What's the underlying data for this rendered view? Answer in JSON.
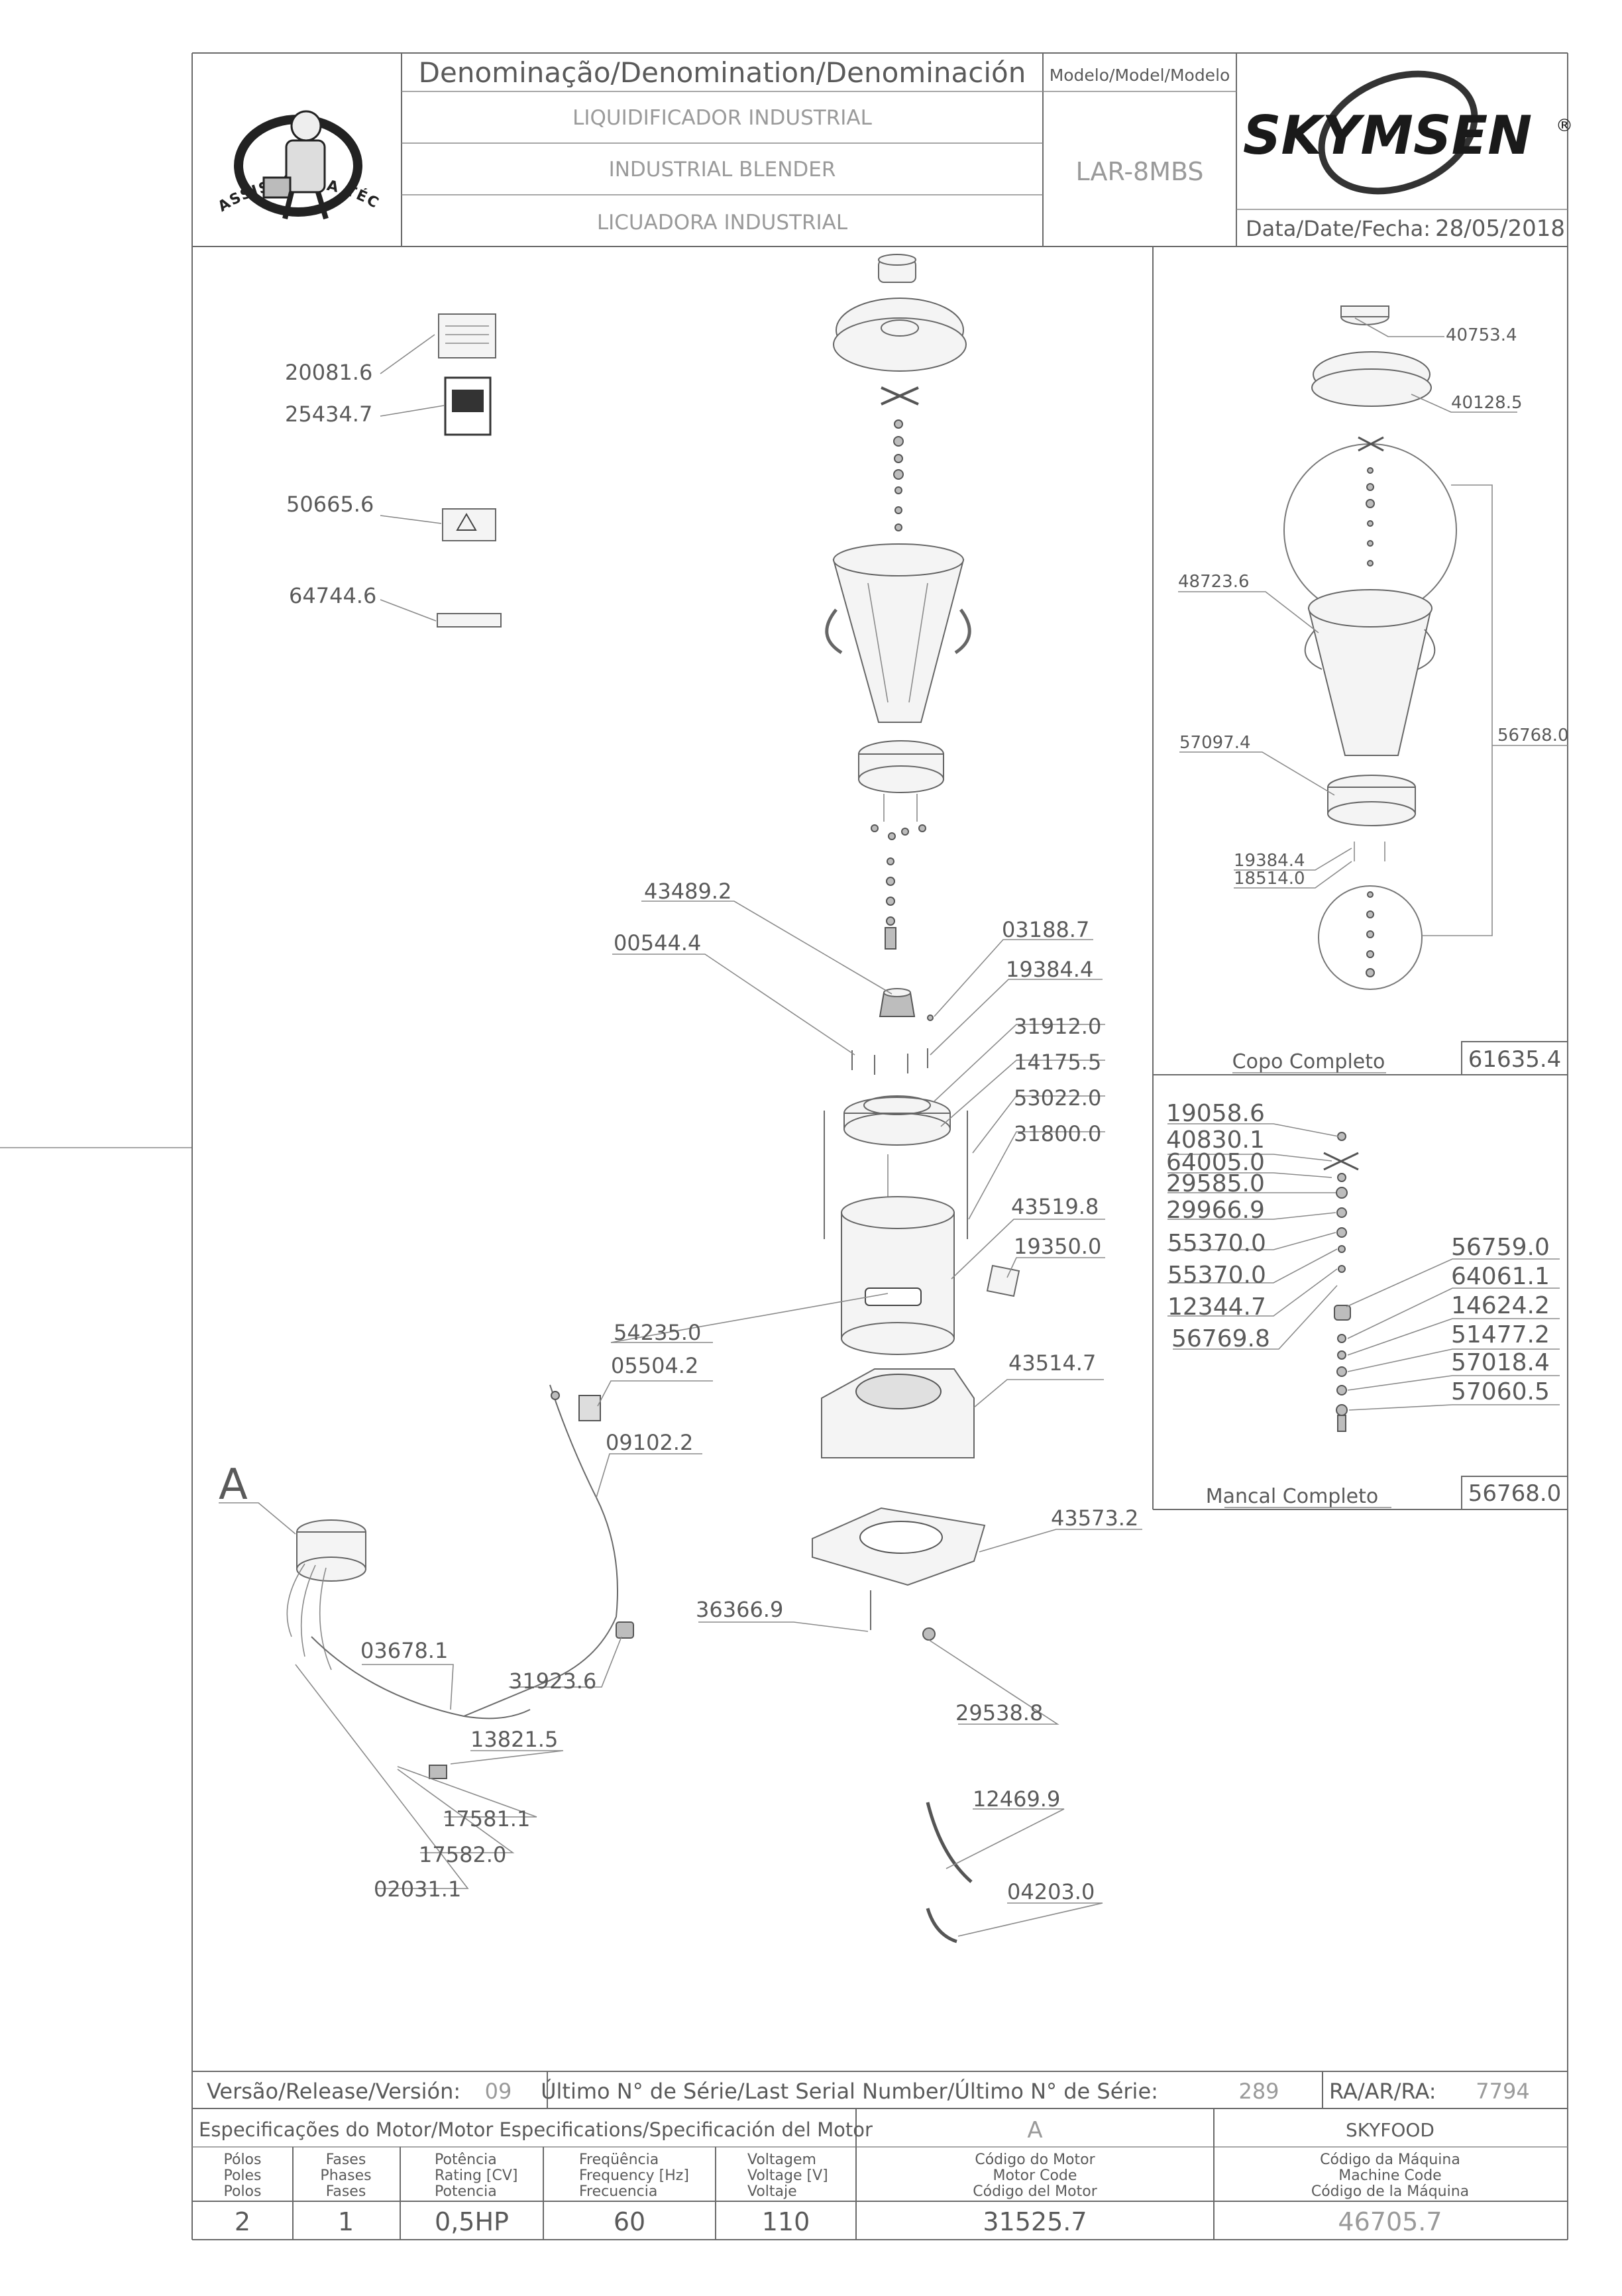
{
  "header": {
    "denomination_label": "Denominação/Denomination/Denominación",
    "name_pt": "LIQUIDIFICADOR INDUSTRIAL",
    "name_en": "INDUSTRIAL BLENDER",
    "name_es": "LICUADORA INDUSTRIAL",
    "model_label": "Modelo/Model/Modelo",
    "model_value": "LAR-8MBS",
    "date_label": "Data/Date/Fecha:",
    "date_value": "28/05/2018",
    "brand": "SKYMSEN",
    "registered": "®",
    "stamp_text": "ASSISTÊNCIA TÉCNICA AUTORIZADA"
  },
  "labels_main": [
    {
      "id": "20081.6"
    },
    {
      "id": "25434.7"
    },
    {
      "id": "50665.6"
    },
    {
      "id": "64744.6"
    },
    {
      "id": "43489.2"
    },
    {
      "id": "00544.4"
    },
    {
      "id": "03188.7"
    },
    {
      "id": "19384.4"
    },
    {
      "id": "31912.0"
    },
    {
      "id": "14175.5"
    },
    {
      "id": "53022.0"
    },
    {
      "id": "31800.0"
    },
    {
      "id": "43519.8"
    },
    {
      "id": "19350.0"
    },
    {
      "id": "54235.0"
    },
    {
      "id": "05504.2"
    },
    {
      "id": "09102.2"
    },
    {
      "id": "43514.7"
    },
    {
      "id": "43573.2"
    },
    {
      "id": "36366.9"
    },
    {
      "id": "29538.8"
    },
    {
      "id": "03678.1"
    },
    {
      "id": "31923.6"
    },
    {
      "id": "13821.5"
    },
    {
      "id": "17581.1"
    },
    {
      "id": "17582.0"
    },
    {
      "id": "02031.1"
    },
    {
      "id": "12469.9"
    },
    {
      "id": "04203.0"
    }
  ],
  "detail_a_label": "A",
  "copo": {
    "labels": [
      "40753.4",
      "40128.5",
      "48723.6",
      "57097.4",
      "19384.4",
      "18514.0",
      "56768.0"
    ],
    "title": "Copo Completo",
    "code": "61635.4"
  },
  "mancal": {
    "labels_left": [
      "19058.6",
      "40830.1",
      "64005.0",
      "29585.0",
      "29966.9",
      "55370.0",
      "55370.0",
      "12344.7",
      "56769.8"
    ],
    "labels_right": [
      "56759.0",
      "64061.1",
      "14624.2",
      "51477.2",
      "57018.4",
      "57060.5"
    ],
    "title": "Mancal Completo",
    "code": "56768.0"
  },
  "footer": {
    "version_label": "Versão/Release/Versión:",
    "version_value": "09",
    "serial_label": "Último N° de Série/Last Serial Number/Último N° de Série:",
    "serial_value": "289",
    "ra_label": "RA/AR/RA:",
    "ra_value": "7794",
    "motor_spec_label": "Especificações do Motor/Motor Especifications/Specificación del Motor",
    "motor_variant": "A",
    "brand_name": "SKYFOOD",
    "columns": [
      {
        "l1": "Pólos",
        "l2": "Poles",
        "l3": "Polos",
        "value": "2"
      },
      {
        "l1": "Fases",
        "l2": "Phases",
        "l3": "Fases",
        "value": "1"
      },
      {
        "l1": "Potência",
        "l2": "Rating [CV]",
        "l3": "Potencia",
        "value": "0,5HP"
      },
      {
        "l1": "Freqüência",
        "l2": "Frequency [Hz]",
        "l3": "Frecuencia",
        "value": "60"
      },
      {
        "l1": "Voltagem",
        "l2": "Voltage [V]",
        "l3": "Voltaje",
        "value": "110"
      },
      {
        "l1": "Código do Motor",
        "l2": "Motor Code",
        "l3": "Código del Motor",
        "value": "31525.7"
      },
      {
        "l1": "Código da Máquina",
        "l2": "Machine Code",
        "l3": "Código de la Máquina",
        "value": "46705.7"
      }
    ]
  }
}
